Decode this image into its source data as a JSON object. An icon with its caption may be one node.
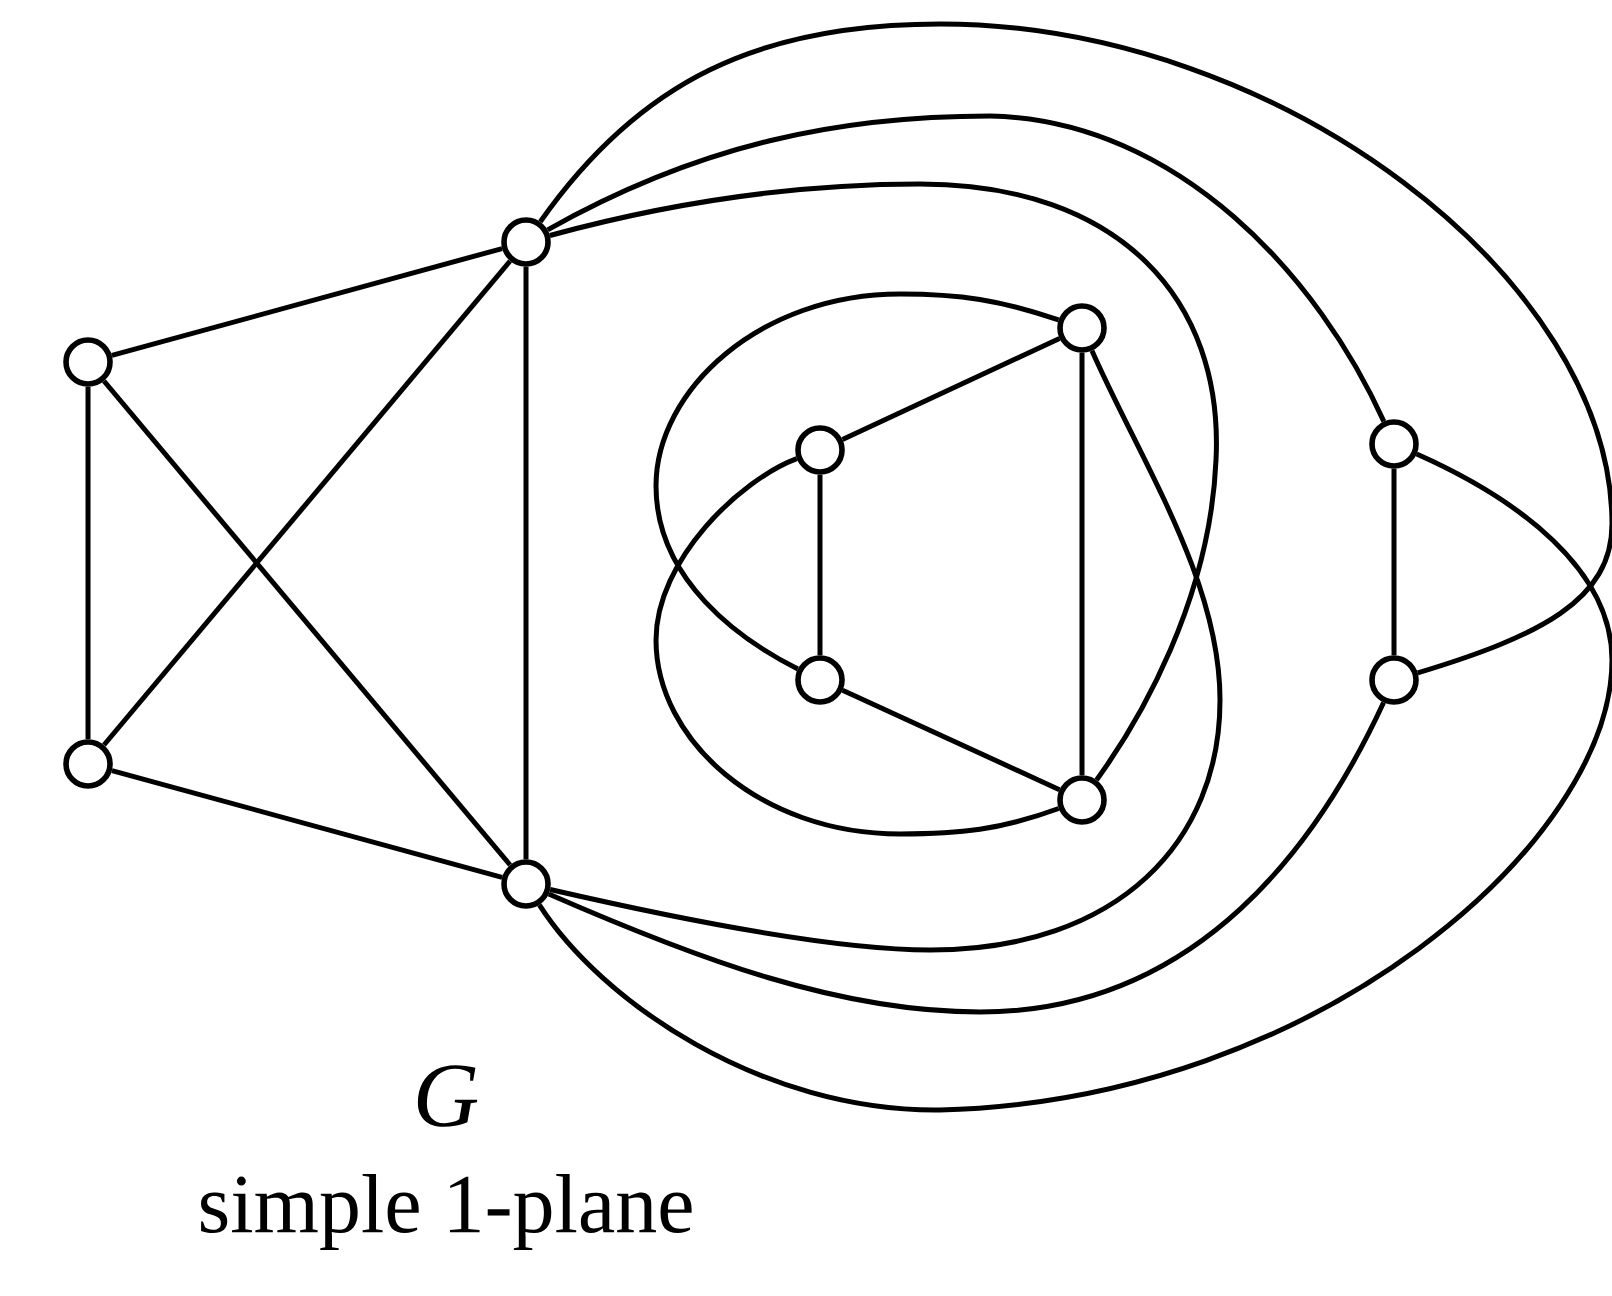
{
  "diagram": {
    "nodes": [
      {
        "text": [],
        "shape": "circle"
      },
      {
        "text": [],
        "shape": "circle"
      },
      {
        "text": [],
        "shape": "circle"
      },
      {
        "text": [],
        "shape": "circle"
      },
      {
        "text": [],
        "shape": "circle"
      },
      {
        "text": [],
        "shape": "circle"
      },
      {
        "text": [],
        "shape": "circle"
      },
      {
        "text": [],
        "shape": "circle"
      },
      {
        "text": [],
        "shape": "circle"
      },
      {
        "text": [],
        "shape": "circle"
      }
    ],
    "edges": [
      {
        "from": 0,
        "to": 1,
        "arrow": "none"
      },
      {
        "from": 0,
        "to": 2,
        "arrow": "none"
      },
      {
        "from": 0,
        "to": 3,
        "arrow": "none"
      },
      {
        "from": 1,
        "to": 2,
        "arrow": "none"
      },
      {
        "from": 1,
        "to": 3,
        "arrow": "none"
      },
      {
        "from": 2,
        "to": 3,
        "arrow": "none"
      },
      {
        "from": 2,
        "to": 9,
        "arrow": "none"
      },
      {
        "from": 2,
        "to": 8,
        "arrow": "none"
      },
      {
        "from": 2,
        "to": 7,
        "arrow": "none"
      },
      {
        "from": 3,
        "to": 8,
        "arrow": "none"
      },
      {
        "from": 3,
        "to": 9,
        "arrow": "none"
      },
      {
        "from": 3,
        "to": 6,
        "arrow": "none"
      },
      {
        "from": 4,
        "to": 5,
        "arrow": "none"
      },
      {
        "from": 4,
        "to": 6,
        "arrow": "none"
      },
      {
        "from": 5,
        "to": 7,
        "arrow": "none"
      },
      {
        "from": 6,
        "to": 7,
        "arrow": "none"
      },
      {
        "from": 6,
        "to": 5,
        "arrow": "none"
      },
      {
        "from": 7,
        "to": 4,
        "arrow": "none"
      },
      {
        "from": 8,
        "to": 9,
        "arrow": "none"
      }
    ],
    "labels": [
      "*G*",
      "simple 1-plane"
    ]
  }
}
